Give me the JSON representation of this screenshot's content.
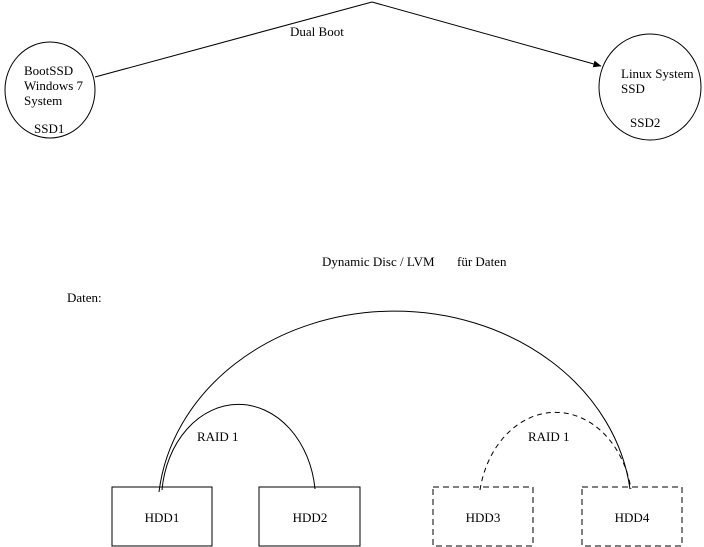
{
  "diagram": {
    "title_top": "Dual Boot",
    "ssd1": {
      "line1": "BootSSD",
      "line2": "Windows 7",
      "line3": "System",
      "label": "SSD1"
    },
    "ssd2": {
      "line1": "Linux System",
      "line2": "SSD",
      "label": "SSD2"
    },
    "lvm_label": "Dynamic Disc / LVM",
    "lvm_label_suffix": "für Daten",
    "daten_label": "Daten:",
    "raid_left": "RAID 1",
    "raid_right": "RAID 1",
    "disks": {
      "hdd1": "HDD1",
      "hdd2": "HDD2",
      "hdd3": "HDD3",
      "hdd4": "HDD4"
    },
    "colors": {
      "stroke": "#000000",
      "background": "#ffffff"
    }
  }
}
